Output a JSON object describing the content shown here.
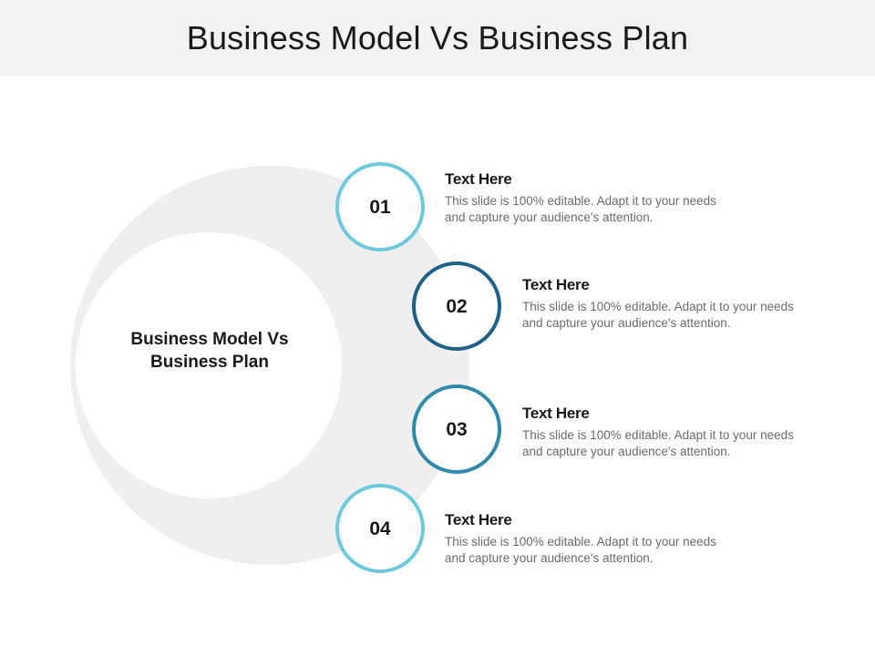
{
  "title": "Business Model Vs Business Plan",
  "center": {
    "line1": "Business Model Vs",
    "line2": "Business Plan"
  },
  "colors": {
    "light_blue": "#6dc9db",
    "dark_blue": "#1f6089",
    "mid_blue": "#2e8aa8",
    "ring_gray": "#efefef"
  },
  "items": [
    {
      "number": "01",
      "heading": "Text Here",
      "description": "This slide is 100% editable. Adapt it to your needs and capture your audience's attention."
    },
    {
      "number": "02",
      "heading": "Text Here",
      "description": "This slide is 100% editable. Adapt it to your needs and capture your audience's attention."
    },
    {
      "number": "03",
      "heading": "Text Here",
      "description": "This slide is 100% editable. Adapt it to your needs and capture your audience's attention."
    },
    {
      "number": "04",
      "heading": "Text Here",
      "description": "This slide is 100% editable. Adapt it to your needs and capture your audience's attention."
    }
  ]
}
